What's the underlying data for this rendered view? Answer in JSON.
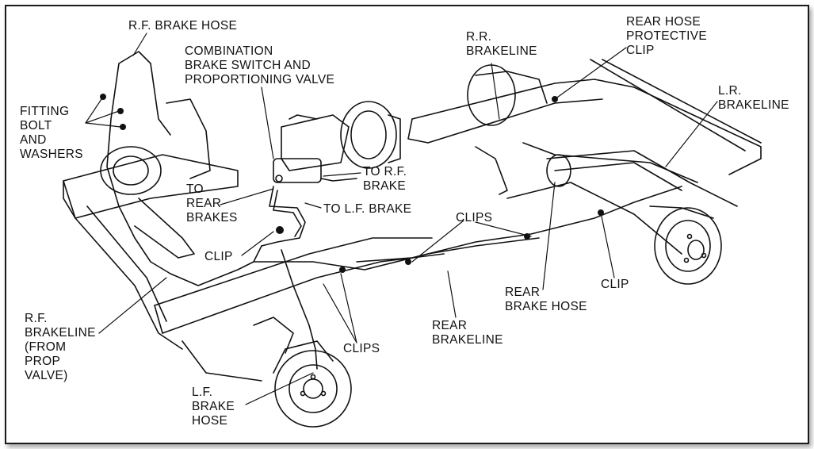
{
  "labels": {
    "rf_brake_hose": "R.F. BRAKE HOSE",
    "combination_valve": "COMBINATION\nBRAKE SWITCH AND\nPROPORTIONING VALVE",
    "fitting_bolt": "FITTING\nBOLT\nAND\nWASHERS",
    "to_rear_brakes": "TO\nREAR\nBRAKES",
    "to_rf_brake": "TO R.F.\nBRAKE",
    "to_lf_brake": "TO L.F. BRAKE",
    "clip_left": "CLIP",
    "rf_brakeline": "R.F.\nBRAKELINE\n(FROM\nPROP\nVALVE)",
    "lf_brake_hose": "L.F.\nBRAKE\nHOSE",
    "clips_lower": "CLIPS",
    "clips_upper": "CLIPS",
    "rear_brakeline": "REAR\nBRAKELINE",
    "rr_brakeline": "R.R.\nBRAKELINE",
    "rear_hose_clip": "REAR HOSE\nPROTECTIVE\nCLIP",
    "lr_brakeline": "L.R.\nBRAKELINE",
    "rear_brake_hose": "REAR\nBRAKE HOSE",
    "clip_right": "CLIP"
  },
  "colors": {
    "ink": "#111111",
    "frame": "#1a1a1a"
  }
}
